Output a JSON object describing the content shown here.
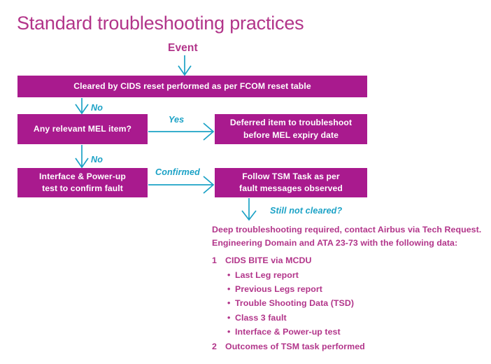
{
  "title": "Standard troubleshooting practices",
  "colors": {
    "magenta_box": "#a91a8e",
    "magenta_text": "#b2358a",
    "teal_accent": "#1ba2c6",
    "box_label": "#ffffff",
    "background": "#ffffff"
  },
  "flow": {
    "entry_label": "Event",
    "boxes": {
      "reset": "Cleared by CIDS reset performed as per FCOM reset table",
      "mel": "Any relevant MEL item?",
      "deferred_line1": "Deferred item to troubleshoot",
      "deferred_line2": "before MEL expiry date",
      "interface_line1": "Interface & Power-up",
      "interface_line2": "test to confirm fault",
      "tsm_line1": "Follow TSM Task as per",
      "tsm_line2": "fault messages observed"
    },
    "edge_labels": {
      "no_reset_to_mel": "No",
      "yes_mel_to_deferred": "Yes",
      "no_mel_to_interface": "No",
      "confirmed_interface_to_tsm": "Confirmed",
      "still_not_cleared": "Still not cleared?"
    }
  },
  "notes": {
    "paragraph_line1": "Deep troubleshooting required, contact Airbus via Tech Request.",
    "paragraph_line2": "Engineering Domain and ATA 23-73 with the following data:",
    "items": [
      {
        "number": "1",
        "text": "CIDS BITE via MCDU",
        "bullets": [
          "Last Leg report",
          "Previous Legs report",
          "Trouble Shooting Data (TSD)",
          "Class 3 fault",
          "Interface & Power-up test"
        ]
      },
      {
        "number": "2",
        "text": "Outcomes of TSM task performed",
        "bullets": []
      }
    ]
  }
}
